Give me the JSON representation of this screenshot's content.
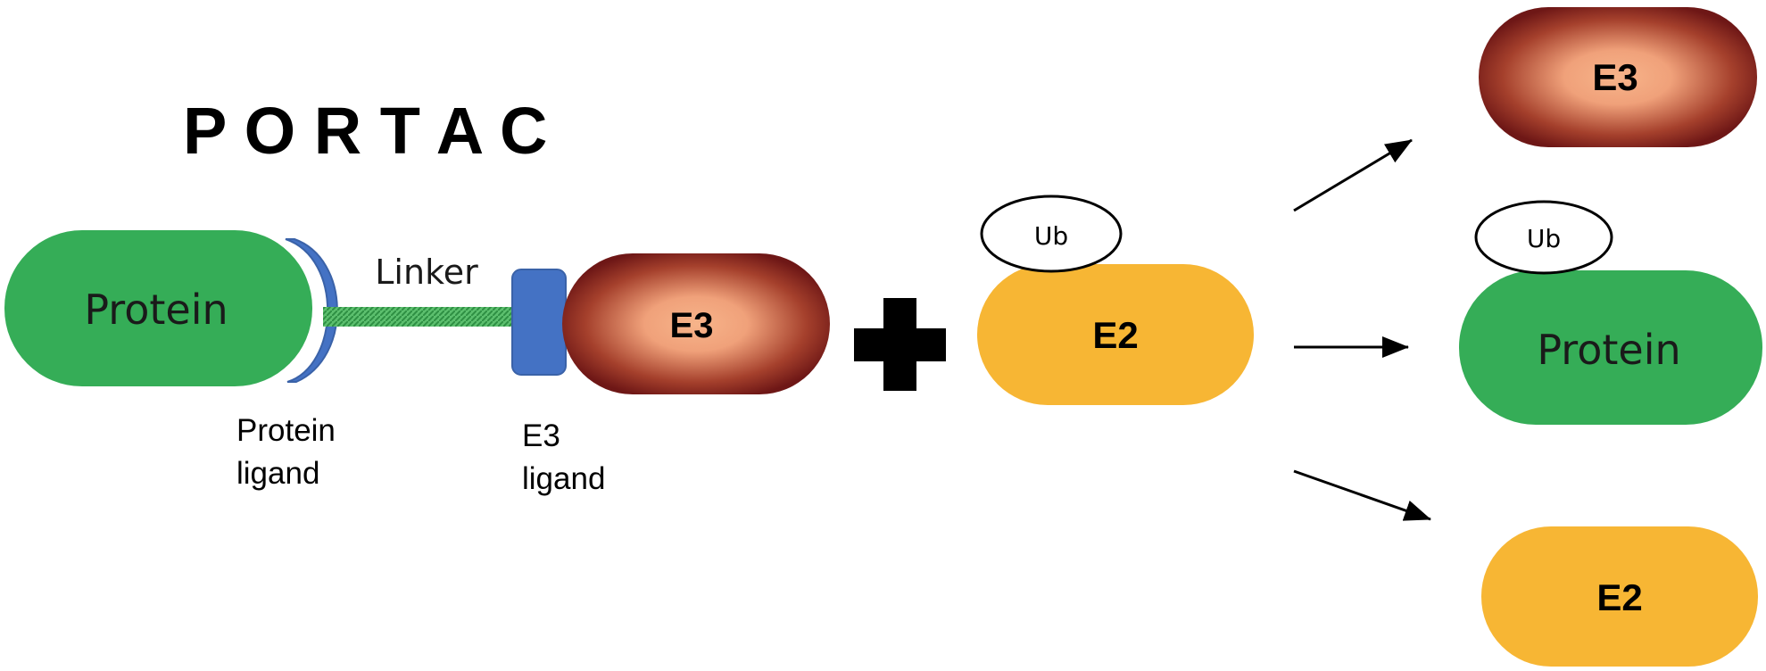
{
  "title": "P O R T A C",
  "portac": {
    "protein_label": "Protein",
    "linker_label": "Linker",
    "e3_label": "E3",
    "protein_ligand_label_line1": "Protein",
    "protein_ligand_label_line2": "ligand",
    "e3_ligand_label_line1": "E3",
    "e3_ligand_label_line2": "ligand"
  },
  "partner": {
    "ub_label": "Ub",
    "e2_label": "E2"
  },
  "products": {
    "e3_label": "E3",
    "ub_label": "Ub",
    "protein_label": "Protein",
    "e2_label": "E2"
  },
  "colors": {
    "protein_green": "#35ad57",
    "ligand_blue": "#4472c4",
    "linker_green": "#3aa14f",
    "e3_center": "#f7b48a",
    "e3_edge": "#7a1b17",
    "e2_orange": "#f7b634",
    "plus_black": "#000000",
    "arrow_black": "#000000"
  }
}
